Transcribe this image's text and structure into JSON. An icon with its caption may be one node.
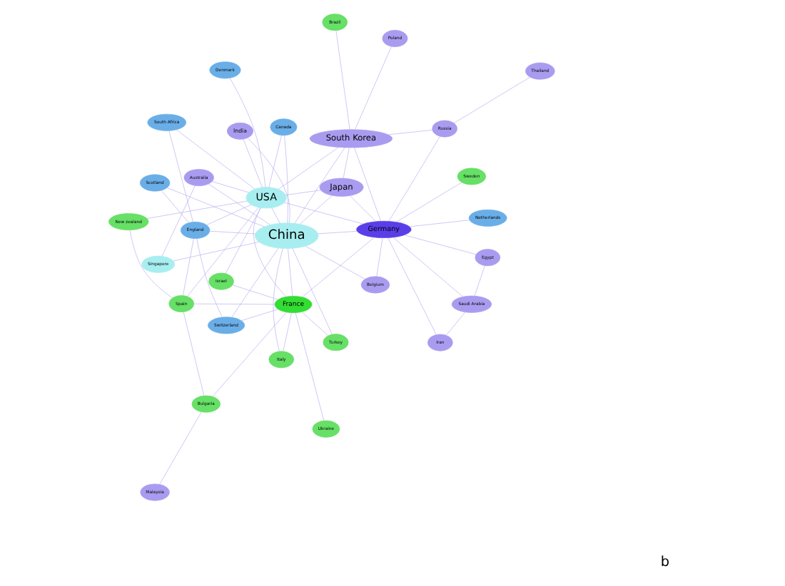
{
  "diagram": {
    "nodes": [
      {
        "text": [
          "Turkey"
        ]
      },
      {
        "text": [
          "Iran"
        ]
      },
      {
        "text": [
          "China"
        ]
      },
      {
        "text": [
          "Canada"
        ]
      },
      {
        "text": [
          "Australia"
        ]
      },
      {
        "text": [
          "Singapore"
        ]
      },
      {
        "text": [
          "Belgium"
        ]
      },
      {
        "text": [
          "Saudi Arabia"
        ]
      },
      {
        "text": [
          "Germany"
        ]
      },
      {
        "text": [
          "Ukraine"
        ]
      },
      {
        "text": [
          "Scotland"
        ]
      },
      {
        "text": [
          "Egypt"
        ]
      },
      {
        "text": [
          "Netherlands"
        ]
      },
      {
        "text": [
          "Sweden"
        ]
      },
      {
        "text": [
          "Bulgaria"
        ]
      },
      {
        "text": [
          "Italy"
        ]
      },
      {
        "text": [
          "Japan"
        ]
      },
      {
        "text": [
          "Brazil"
        ]
      },
      {
        "text": [
          "France"
        ]
      },
      {
        "text": [
          "Switzerland"
        ]
      },
      {
        "text": [
          "Malaysia"
        ]
      },
      {
        "text": [
          "South Korea"
        ]
      },
      {
        "text": [
          "India"
        ]
      },
      {
        "text": [
          "Israel"
        ]
      },
      {
        "text": [
          "USA"
        ]
      },
      {
        "text": [
          "Poland"
        ]
      },
      {
        "text": [
          "South Africa"
        ]
      },
      {
        "text": [
          "England"
        ]
      },
      {
        "text": [
          "Russia"
        ]
      },
      {
        "text": [
          "Denmark"
        ]
      },
      {
        "text": [
          "Spain"
        ]
      },
      {
        "text": [
          "New zealand"
        ]
      },
      {
        "text": [
          "Thailand"
        ]
      }
    ],
    "edges": [
      {
        "from": 2,
        "to": 24,
        "arrow": "none"
      },
      {
        "from": 2,
        "to": 4,
        "arrow": "none"
      },
      {
        "from": 2,
        "to": 5,
        "arrow": "none"
      },
      {
        "from": 2,
        "to": 3,
        "arrow": "none"
      },
      {
        "from": 2,
        "to": 8,
        "arrow": "none"
      },
      {
        "from": 2,
        "to": 16,
        "arrow": "none"
      },
      {
        "from": 2,
        "to": 21,
        "arrow": "none"
      },
      {
        "from": 2,
        "to": 18,
        "arrow": "none"
      },
      {
        "from": 2,
        "to": 27,
        "arrow": "none"
      },
      {
        "from": 2,
        "to": 22,
        "arrow": "none"
      },
      {
        "from": 2,
        "to": 10,
        "arrow": "none"
      },
      {
        "from": 2,
        "to": 19,
        "arrow": "none"
      },
      {
        "from": 2,
        "to": 0,
        "arrow": "none"
      },
      {
        "from": 2,
        "to": 6,
        "arrow": "none"
      },
      {
        "from": 2,
        "to": 15,
        "arrow": "none"
      },
      {
        "from": 24,
        "to": 16,
        "arrow": "none"
      },
      {
        "from": 24,
        "to": 21,
        "arrow": "none"
      },
      {
        "from": 24,
        "to": 18,
        "arrow": "none"
      },
      {
        "from": 24,
        "to": 8,
        "arrow": "none"
      },
      {
        "from": 24,
        "to": 27,
        "arrow": "none"
      },
      {
        "from": 24,
        "to": 30,
        "arrow": "none"
      },
      {
        "from": 24,
        "to": 22,
        "arrow": "none"
      },
      {
        "from": 24,
        "to": 3,
        "arrow": "none"
      },
      {
        "from": 24,
        "to": 4,
        "arrow": "none"
      },
      {
        "from": 24,
        "to": 23,
        "arrow": "none"
      },
      {
        "from": 24,
        "to": 29,
        "arrow": "none"
      },
      {
        "from": 24,
        "to": 31,
        "arrow": "none"
      },
      {
        "from": 24,
        "to": 26,
        "arrow": "none"
      },
      {
        "from": 8,
        "to": 11,
        "arrow": "none"
      },
      {
        "from": 8,
        "to": 7,
        "arrow": "none"
      },
      {
        "from": 8,
        "to": 1,
        "arrow": "none"
      },
      {
        "from": 8,
        "to": 6,
        "arrow": "none"
      },
      {
        "from": 8,
        "to": 16,
        "arrow": "none"
      },
      {
        "from": 8,
        "to": 21,
        "arrow": "none"
      },
      {
        "from": 8,
        "to": 18,
        "arrow": "none"
      },
      {
        "from": 8,
        "to": 12,
        "arrow": "none"
      },
      {
        "from": 8,
        "to": 28,
        "arrow": "none"
      },
      {
        "from": 8,
        "to": 13,
        "arrow": "none"
      },
      {
        "from": 11,
        "to": 7,
        "arrow": "none"
      },
      {
        "from": 1,
        "to": 7,
        "arrow": "none"
      },
      {
        "from": 16,
        "to": 21,
        "arrow": "none"
      },
      {
        "from": 21,
        "to": 28,
        "arrow": "none"
      },
      {
        "from": 21,
        "to": 25,
        "arrow": "none"
      },
      {
        "from": 21,
        "to": 17,
        "arrow": "none"
      },
      {
        "from": 18,
        "to": 30,
        "arrow": "none"
      },
      {
        "from": 18,
        "to": 15,
        "arrow": "none"
      },
      {
        "from": 18,
        "to": 0,
        "arrow": "none"
      },
      {
        "from": 18,
        "to": 9,
        "arrow": "none"
      },
      {
        "from": 18,
        "to": 14,
        "arrow": "none"
      },
      {
        "from": 18,
        "to": 23,
        "arrow": "none"
      },
      {
        "from": 18,
        "to": 19,
        "arrow": "none"
      },
      {
        "from": 30,
        "to": 27,
        "arrow": "none"
      },
      {
        "from": 30,
        "to": 14,
        "arrow": "none"
      },
      {
        "from": 30,
        "to": 31,
        "arrow": "none"
      },
      {
        "from": 27,
        "to": 10,
        "arrow": "none"
      },
      {
        "from": 27,
        "to": 19,
        "arrow": "none"
      },
      {
        "from": 27,
        "to": 26,
        "arrow": "none"
      },
      {
        "from": 4,
        "to": 5,
        "arrow": "none"
      },
      {
        "from": 20,
        "to": 14,
        "arrow": "none"
      },
      {
        "from": 32,
        "to": 28,
        "arrow": "none"
      }
    ],
    "labels": [
      "b"
    ]
  }
}
